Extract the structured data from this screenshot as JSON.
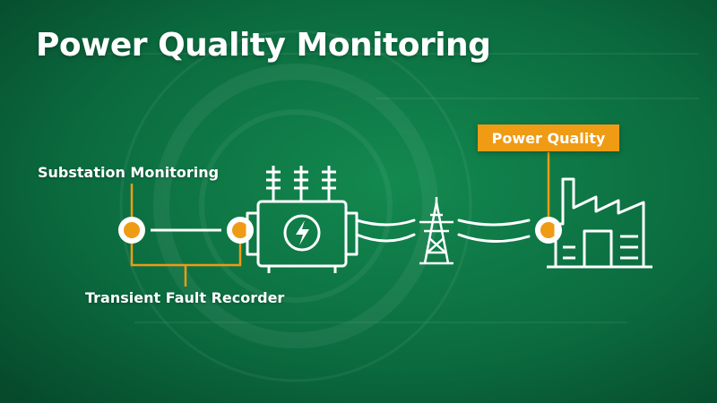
{
  "title": "Power Quality Monitoring",
  "labels": {
    "substation_monitoring": "Substation Monitoring",
    "transient_fault_recorder": "Transient Fault Recorder",
    "power_quality": "Power Quality"
  },
  "colors": {
    "background_top": "#0f7a4a",
    "background_bottom": "#06502f",
    "accent": "#ef9b14",
    "line": "#ffffff"
  },
  "icons": [
    "transformer-icon",
    "lightning-icon",
    "transmission-tower-icon",
    "factory-icon"
  ]
}
